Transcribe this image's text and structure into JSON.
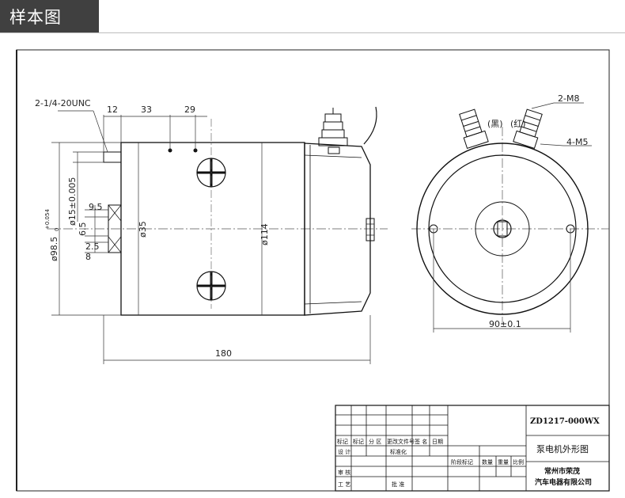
{
  "header": {
    "title": "样本图"
  },
  "drawing": {
    "left_view": {
      "thread_note": "2-1/4-20UNC",
      "dims_top": [
        "12",
        "33",
        "29"
      ],
      "dim_shaft": "ø15±0.005",
      "dim_body_tol_main": "ø98.5",
      "dim_body_tol_sup": "+0.054",
      "dim_body_tol_sub": "0",
      "dim_9_5": "9.5",
      "dim_6_5": "6.5",
      "dim_2_5": "2.5",
      "dim_8": "8",
      "dim_35": "ø35",
      "dim_114": "ø114",
      "dim_180": "180"
    },
    "right_view": {
      "label_black": "(黑)",
      "label_red": "(红)",
      "note_m8": "2-M8",
      "note_m5": "4-M5",
      "dim_90": "90±0.1"
    },
    "title_block": {
      "drawing_no": "ZD1217-000WX",
      "drawing_name": "泵电机外形图",
      "company_line1": "常州市荣茂",
      "company_line2": "汽车电器有限公司",
      "row_headers": [
        "标记",
        "标记",
        "分 区",
        "更改文件号",
        "签 名",
        "日期"
      ],
      "design": "设 计",
      "standardize": "标准化",
      "check": "审 核",
      "process": "工 艺",
      "approve": "批 准",
      "stage_mark": "阶段标记",
      "quantity": "数量",
      "weight": "重量",
      "scale": "比例"
    }
  }
}
